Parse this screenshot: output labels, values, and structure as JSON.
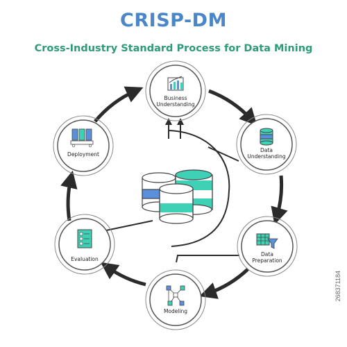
{
  "title": "CRISP-DM",
  "subtitle": "Cross-Industry Standard Process for Data Mining",
  "stages": [
    {
      "label_lines": [
        "Business",
        "Understanding"
      ],
      "icon": "bar-chart-icon"
    },
    {
      "label_lines": [
        "Data",
        "Understanding"
      ],
      "icon": "database-icon"
    },
    {
      "label_lines": [
        "Data",
        "Preparation"
      ],
      "icon": "table-filter-icon"
    },
    {
      "label_lines": [
        "Modeling"
      ],
      "icon": "network-graph-icon"
    },
    {
      "label_lines": [
        "Evaluation"
      ],
      "icon": "checklist-icon"
    },
    {
      "label_lines": [
        "Deployment"
      ],
      "icon": "servers-icon"
    }
  ],
  "center_icon": "database-cylinders-icon",
  "watermark": "268371184",
  "colors": {
    "title": "#4a86c8",
    "subtitle": "#2e9b78",
    "accent_teal": "#3fd1b6",
    "accent_blue": "#5b8fd9",
    "arrow": "#2b2b2b",
    "outline": "#555555"
  }
}
